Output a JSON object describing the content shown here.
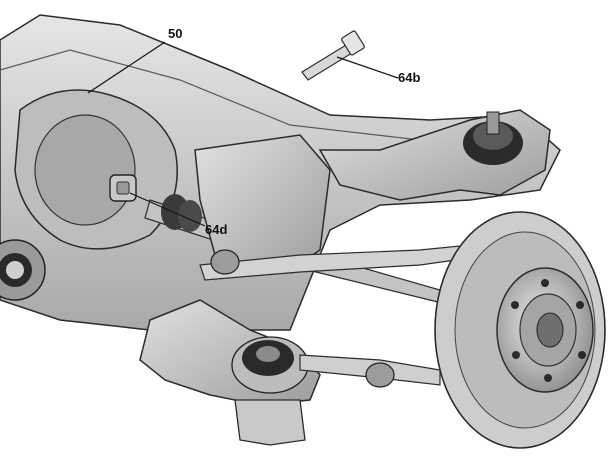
{
  "labels": {
    "callout_50": "50",
    "callout_64b": "64b",
    "callout_64d": "64d"
  },
  "colors": {
    "metal_light": "#d9d9d9",
    "metal_mid": "#b3b3b3",
    "metal_dark": "#7a7a7a",
    "outline": "#2b2b2b",
    "rubber": "#1f1f1f"
  }
}
